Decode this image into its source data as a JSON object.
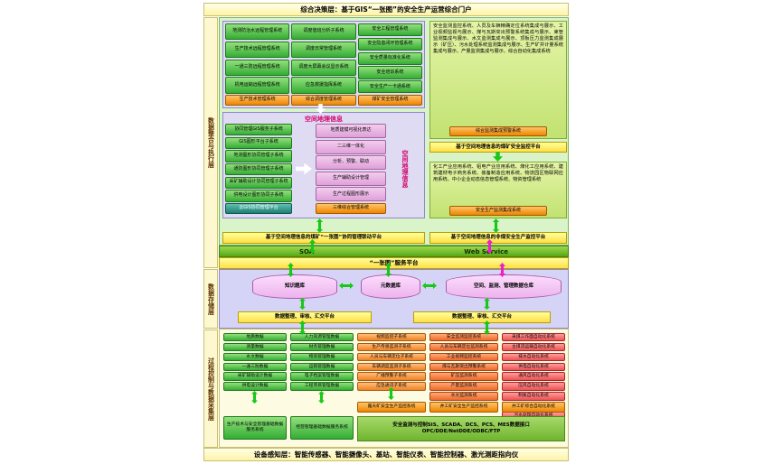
{
  "banners": {
    "top": "综合决策层：基于GIS“一张图”的安全生产运营综合门户",
    "bottom": "设备感知层：智能传感器、智能摄像头、基站、智能仪表、智能控制器、激光测距指向仪"
  },
  "side_labels": {
    "integration": "数据整合与执行层",
    "storage": "数据存储层",
    "process": "过程控制与数据采集层"
  },
  "layer1": {
    "remote_systems": [
      "地测防治水远程管理系统",
      "生产技术远程管理系统",
      "一通三防远程管理系统",
      "机电运输远程管理系统"
    ],
    "remote_footer": "生产技术管理系统",
    "dispatch_systems": [
      "调度值班分析子系统",
      "调度日常管理系统",
      "调度大屏幕会议显示系统",
      "应急救援指挥系统"
    ],
    "dispatch_footer": "综合调度管理系统",
    "safety_systems": [
      "安全工程管理系统",
      "安全隐患闭环管理系统",
      "安全质量标准化系统",
      "安全培训系统",
      "安全生产一卡通系统"
    ],
    "safety_footer": "煤矿安全管理系统",
    "monitor_box_text": "安全监测监控系统、人员及车辆精确定位系统集成与展示、工业视频监视与展示、煤与瓦斯突出预警系统集成与展示、束管监测集成与展示、水文监测集成与展示、顶板压力监测集成展示（矿压）、污水处理系统监测集成与展示、生产矿井计量系统集成与展示、产量监测集成与展示、综合自动化集成系统",
    "monitor_footer": "综合监测集成预警系统",
    "coal_platform": "基于空间地理信息的煤矿安全监控平台",
    "gis": {
      "title": "空间地理信息",
      "left_items": [
        "协同管理GIS服务子系统",
        "GIS图形平台子系统",
        "地测图形协同管理子系统",
        "通防图形协同管理子系统",
        "采矿辅助设计协同管理子系统",
        "供电设计图形协同子系统"
      ],
      "left_footer": "云GIS协同管理平台",
      "right_items": [
        "地质建模可视化表达",
        "二三维一体化",
        "分析、预警、联动",
        "生产辅助设计管理",
        "生产过程图形展示"
      ],
      "right_footer": "三维综合管理系统",
      "vertical_label": "空间地理信息"
    },
    "onemap_platform": "基于空间地理信息的煤矿“一张图”协同管理联动平台",
    "industry_box_text": "化工产业应用系统、铝电产业应用系统、煤化工应用系统、建筑建材电子商务系统、装备制造应用系统、物流园区物联网应用系统、中小企业动态信息管理系统、物资管理系统",
    "industry_footer": "安全生产监测集成系统",
    "noncoal_platform": "基于空间地理信息的非煤安全生产监控平台"
  },
  "soa": {
    "left": "SOA",
    "right": "Web Service"
  },
  "service_platform": "“一张图”服务平台",
  "storage": {
    "cylinders": [
      "知识题库",
      "元数据库",
      "空间、监测、管理数据仓库"
    ],
    "platforms": [
      "数据整理、审核、汇交平台",
      "数据整理、审核、汇交平台"
    ]
  },
  "layer3": {
    "col1": {
      "items": [
        "地质数据",
        "测量数据",
        "水文数据",
        "一通三防数据",
        "采矿辅助设计数据",
        "供电设计数据"
      ],
      "footer": "生产技术与安全管理基础数据服务系统"
    },
    "col2": {
      "items": [
        "人力资源管理数据",
        "财务管理数据",
        "物资管理数据",
        "运销管理数据",
        "电子档案管理数据",
        "工程项目管理数据"
      ],
      "footer": "经营管理基础数据服务系统"
    },
    "col3": {
      "items": [
        "视频监控子系统",
        "生产传感监测子系统",
        "人员与车辆定位子系统",
        "车辆调度监测子系统",
        "广播预警子系统",
        "应急通讯子系统"
      ],
      "footer": "露天矿安全生产监控系统"
    },
    "col4": {
      "items": [
        "安全监测监控系统",
        "人员与车辆定位监测系统",
        "工业视频监控系统",
        "煤与瓦斯突出预警系统",
        "矿压监测系统",
        "产量监测系统",
        "水文监测系统",
        "污水处理监测系统"
      ],
      "footer": "井工矿安全生产监控系统"
    },
    "col5": {
      "items": [
        "采煤工作面自动化系统",
        "主煤流运输自动化系统",
        "排水自动化系统",
        "供电自动化系统",
        "通风自动化系统",
        "压风自动化系统",
        "制氮自动化系统",
        "绞车自动化系统",
        "污水处理自动化系统"
      ],
      "footer": "井工矿综合自动化系统"
    },
    "interface_bar": {
      "line1": "安全监测与控制SIS、SCADA、DCS、PCS、MES数据接口",
      "line2": "OPC/DDE/NetDDE/ODBC/FTP"
    }
  },
  "colors": {
    "green_box": "#34ad34",
    "orange_box": "#ee8500",
    "red_box": "#ee5252",
    "yellow_bar": "#ffdf43",
    "teal_box": "#1f7f72",
    "panel_purple": "#dedbf3",
    "layer_green_bg": "#d8f4c8",
    "storage_bg": "#d6d4f6",
    "accent_magenta": "#d4006a"
  }
}
